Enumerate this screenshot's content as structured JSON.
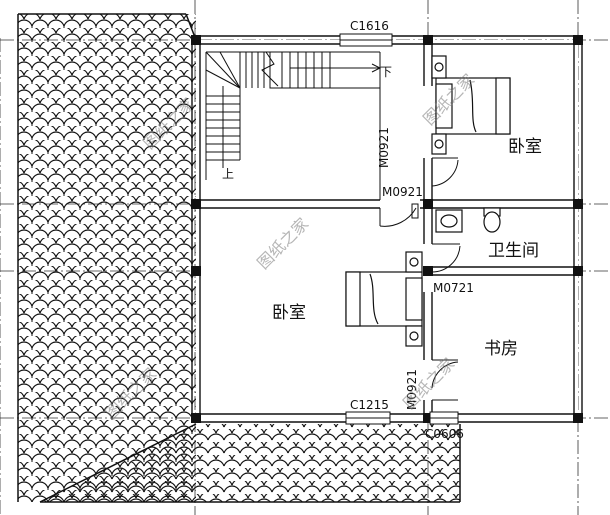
{
  "labels": {
    "window_top": "C1616",
    "window_bottom": "C1215",
    "window_corner": "C0606",
    "door_m0921_a": "M0921",
    "door_m0921_b": "M0921",
    "door_m0921_c": "M0921",
    "door_m0721": "M0721",
    "stair_down": "下",
    "stair_up": "上"
  },
  "rooms": {
    "bedroom_top_right": "卧室",
    "bathroom": "卫生间",
    "bedroom_center": "卧室",
    "study": "书房"
  },
  "watermark": "图纸之家",
  "colors": {
    "line": "#111111",
    "grid": "#333333",
    "watermark": "#7a7a7a"
  }
}
